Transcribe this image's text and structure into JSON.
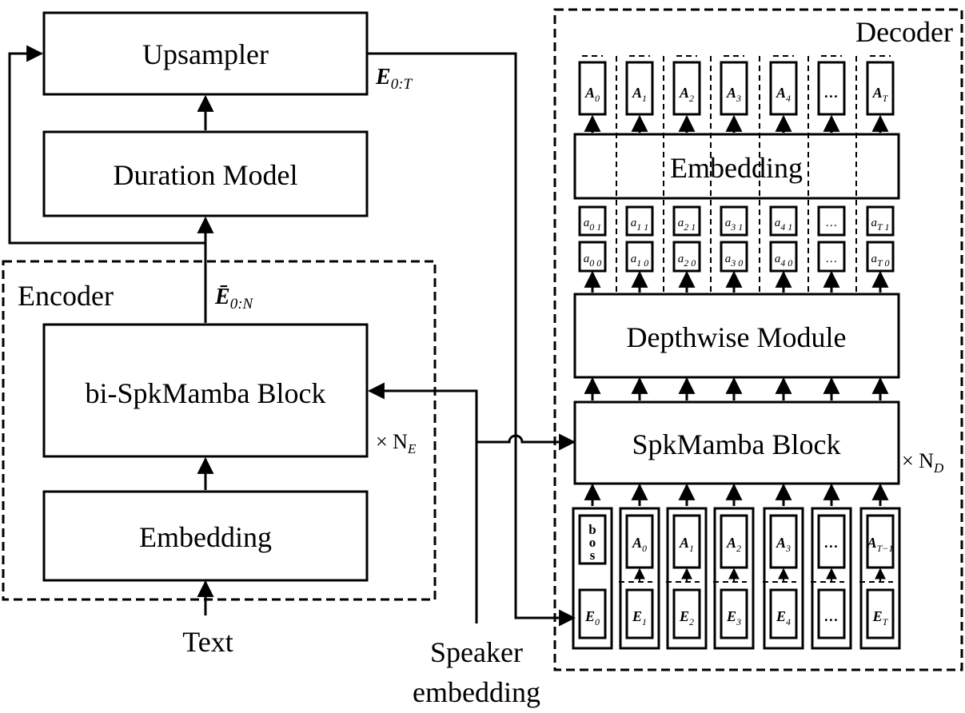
{
  "upsampler": {
    "label": "Upsampler"
  },
  "duration_model": {
    "label": "Duration Model"
  },
  "encoder": {
    "title": "Encoder",
    "block_label": "bi-SpkMamba Block",
    "embedding_label": "Embedding",
    "repeat_label": "× N",
    "repeat_sub": "E"
  },
  "edge_labels": {
    "e0t_main": "E",
    "e0t_sub": "0:T",
    "ebar_main": "Ē",
    "ebar_sub": "0:N"
  },
  "inputs": {
    "text": "Text",
    "speaker_line1": "Speaker",
    "speaker_line2": "embedding"
  },
  "decoder": {
    "title": "Decoder",
    "embedding_label": "Embedding",
    "depthwise_label": "Depthwise Module",
    "spkmamba_label": "SpkMamba Block",
    "repeat_label": "× N",
    "repeat_sub": "D",
    "bos_label": "bos",
    "output_tokens": [
      {
        "main": "A",
        "sub": "0"
      },
      {
        "main": "A",
        "sub": "1"
      },
      {
        "main": "A",
        "sub": "2"
      },
      {
        "main": "A",
        "sub": "3"
      },
      {
        "main": "A",
        "sub": "4"
      },
      {
        "main": "…",
        "sub": ""
      },
      {
        "main": "A",
        "sub": "T"
      }
    ],
    "codes_level1": [
      {
        "main": "a",
        "sub": "0 1"
      },
      {
        "main": "a",
        "sub": "1 1"
      },
      {
        "main": "a",
        "sub": "2 1"
      },
      {
        "main": "a",
        "sub": "3 1"
      },
      {
        "main": "a",
        "sub": "4 1"
      },
      {
        "main": "…",
        "sub": ""
      },
      {
        "main": "a",
        "sub": "T 1"
      }
    ],
    "codes_level0": [
      {
        "main": "a",
        "sub": "0 0"
      },
      {
        "main": "a",
        "sub": "1 0"
      },
      {
        "main": "a",
        "sub": "2 0"
      },
      {
        "main": "a",
        "sub": "3 0"
      },
      {
        "main": "a",
        "sub": "4 0"
      },
      {
        "main": "…",
        "sub": ""
      },
      {
        "main": "a",
        "sub": "T 0"
      }
    ],
    "input_acoustic": [
      {
        "main": "A",
        "sub": "0"
      },
      {
        "main": "A",
        "sub": "1"
      },
      {
        "main": "A",
        "sub": "2"
      },
      {
        "main": "A",
        "sub": "3"
      },
      {
        "main": "…",
        "sub": ""
      },
      {
        "main": "A",
        "sub": "T−1"
      }
    ],
    "input_text": [
      {
        "main": "E",
        "sub": "0"
      },
      {
        "main": "E",
        "sub": "1"
      },
      {
        "main": "E",
        "sub": "2"
      },
      {
        "main": "E",
        "sub": "3"
      },
      {
        "main": "E",
        "sub": "4"
      },
      {
        "main": "…",
        "sub": ""
      },
      {
        "main": "E",
        "sub": "T"
      }
    ]
  }
}
